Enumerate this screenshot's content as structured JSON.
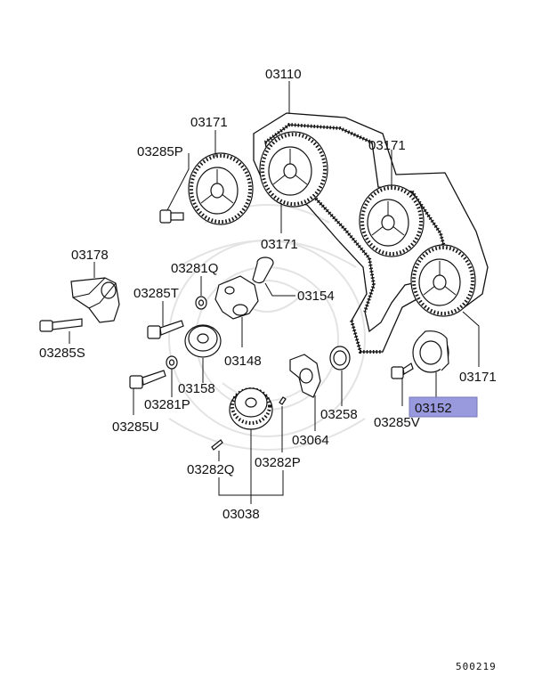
{
  "highlight_color": "#9999dd",
  "labels": {
    "belt": "03110",
    "sprocket_top_left": "03171",
    "sprocket_top_mid": "03171",
    "sprocket_right_upper": "03171",
    "sprocket_right_lower": "03171",
    "bolt_p": "03285P",
    "tensioner_body": "03178",
    "bolt_s": "03285S",
    "washer_q": "03281Q",
    "bolt_t": "03285T",
    "pin": "03154",
    "bracket": "03148",
    "idler_small": "03158",
    "washer_p": "03281P",
    "bolt_u": "03285U",
    "seal": "03258",
    "plate": "03064",
    "bolt_v": "03285V",
    "tensioner_pulley": "03152",
    "pin_q": "03282Q",
    "pin_p": "03282P",
    "idler_kit": "03038"
  },
  "footer_code": "500219"
}
